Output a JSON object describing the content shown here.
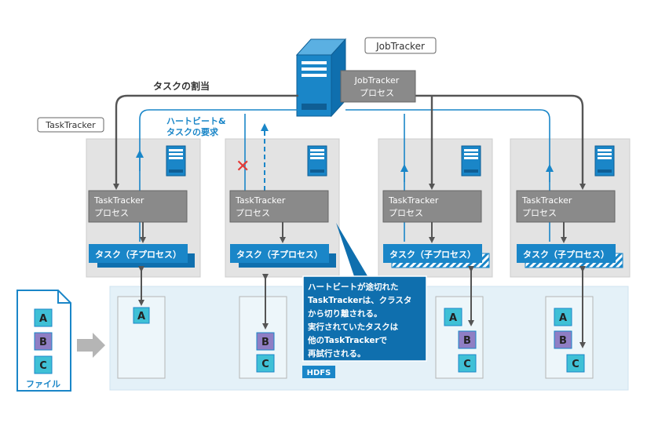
{
  "labels": {
    "jobtracker_tag": "JobTracker",
    "jobtracker_process": [
      "JobTracker",
      "プロセス"
    ],
    "tasktracker_tag": "TaskTracker",
    "task_assign": "タスクの割当",
    "heartbeat_request": [
      "ハートビート&",
      "タスクの要求"
    ],
    "tasktracker_process": [
      "TaskTracker",
      "プロセス"
    ],
    "task_child": "タスク（子プロセス）",
    "file_label": "ファイル",
    "hdfs_label": "HDFS",
    "callout": [
      "ハートビートが途切れた",
      "TaskTrackerは、クラスタ",
      "から切り離される。",
      "実行されていたタスクは",
      "他のTaskTrackerで",
      "再試行される。"
    ],
    "blocks": [
      "A",
      "B",
      "C"
    ],
    "failure_mark": "✕"
  },
  "colors": {
    "accent_blue": "#1a86c8",
    "dark_blue": "#0f6fae",
    "process_gray": "#8a8a8a",
    "node_bg": "#e3e3e3",
    "hdfs_bg": "#e4f1f8",
    "block_cyan": "#3fc0d6",
    "block_purple": "#8f7ec4",
    "failure_red": "#e53935"
  }
}
